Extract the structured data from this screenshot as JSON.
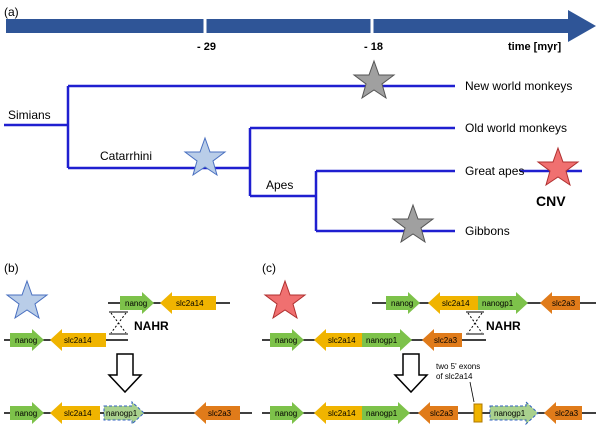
{
  "panels": {
    "a": "(a)",
    "b": "(b)",
    "c": "(c)"
  },
  "timeline": {
    "tick1": "- 29",
    "tick2": "- 18",
    "axis_label": "time [myr]"
  },
  "tree": {
    "root": "Simians",
    "catarrhini": "Catarrhini",
    "apes": "Apes",
    "leaves": [
      "New world monkeys",
      "Old world monkeys",
      "Great apes",
      "Gibbons"
    ],
    "cnv": "CNV"
  },
  "panel_b": {
    "row1": [
      "nanog",
      "slc2a14"
    ],
    "row2": [
      "nanog",
      "slc2a14"
    ],
    "nahr": "NAHR",
    "row3": [
      "nanog",
      "slc2a14",
      "nanogp1",
      "slc2a3"
    ]
  },
  "panel_c": {
    "row1": [
      "nanog",
      "slc2a14",
      "nanogp1",
      "slc2a3"
    ],
    "row2": [
      "nanog",
      "slc2a14",
      "nanogp1",
      "slc2a3"
    ],
    "nahr": "NAHR",
    "annotation": [
      "two 5' exons",
      "of slc2a14"
    ],
    "row3": [
      "nanog",
      "slc2a14",
      "nanogp1",
      "slc2a3",
      "nanogp1",
      "slc2a3"
    ]
  },
  "colors": {
    "timeline": "#2F5597",
    "tree": "#1F1FD0",
    "nanog": "#7DC24A",
    "slc2a14": "#F0B400",
    "slc2a3": "#E07B1A",
    "nanogp1_dashed": "#A9D18E",
    "star_blue": "#B9CDE8",
    "star_grey": "#A0A0A0",
    "star_red": "#F07070"
  }
}
